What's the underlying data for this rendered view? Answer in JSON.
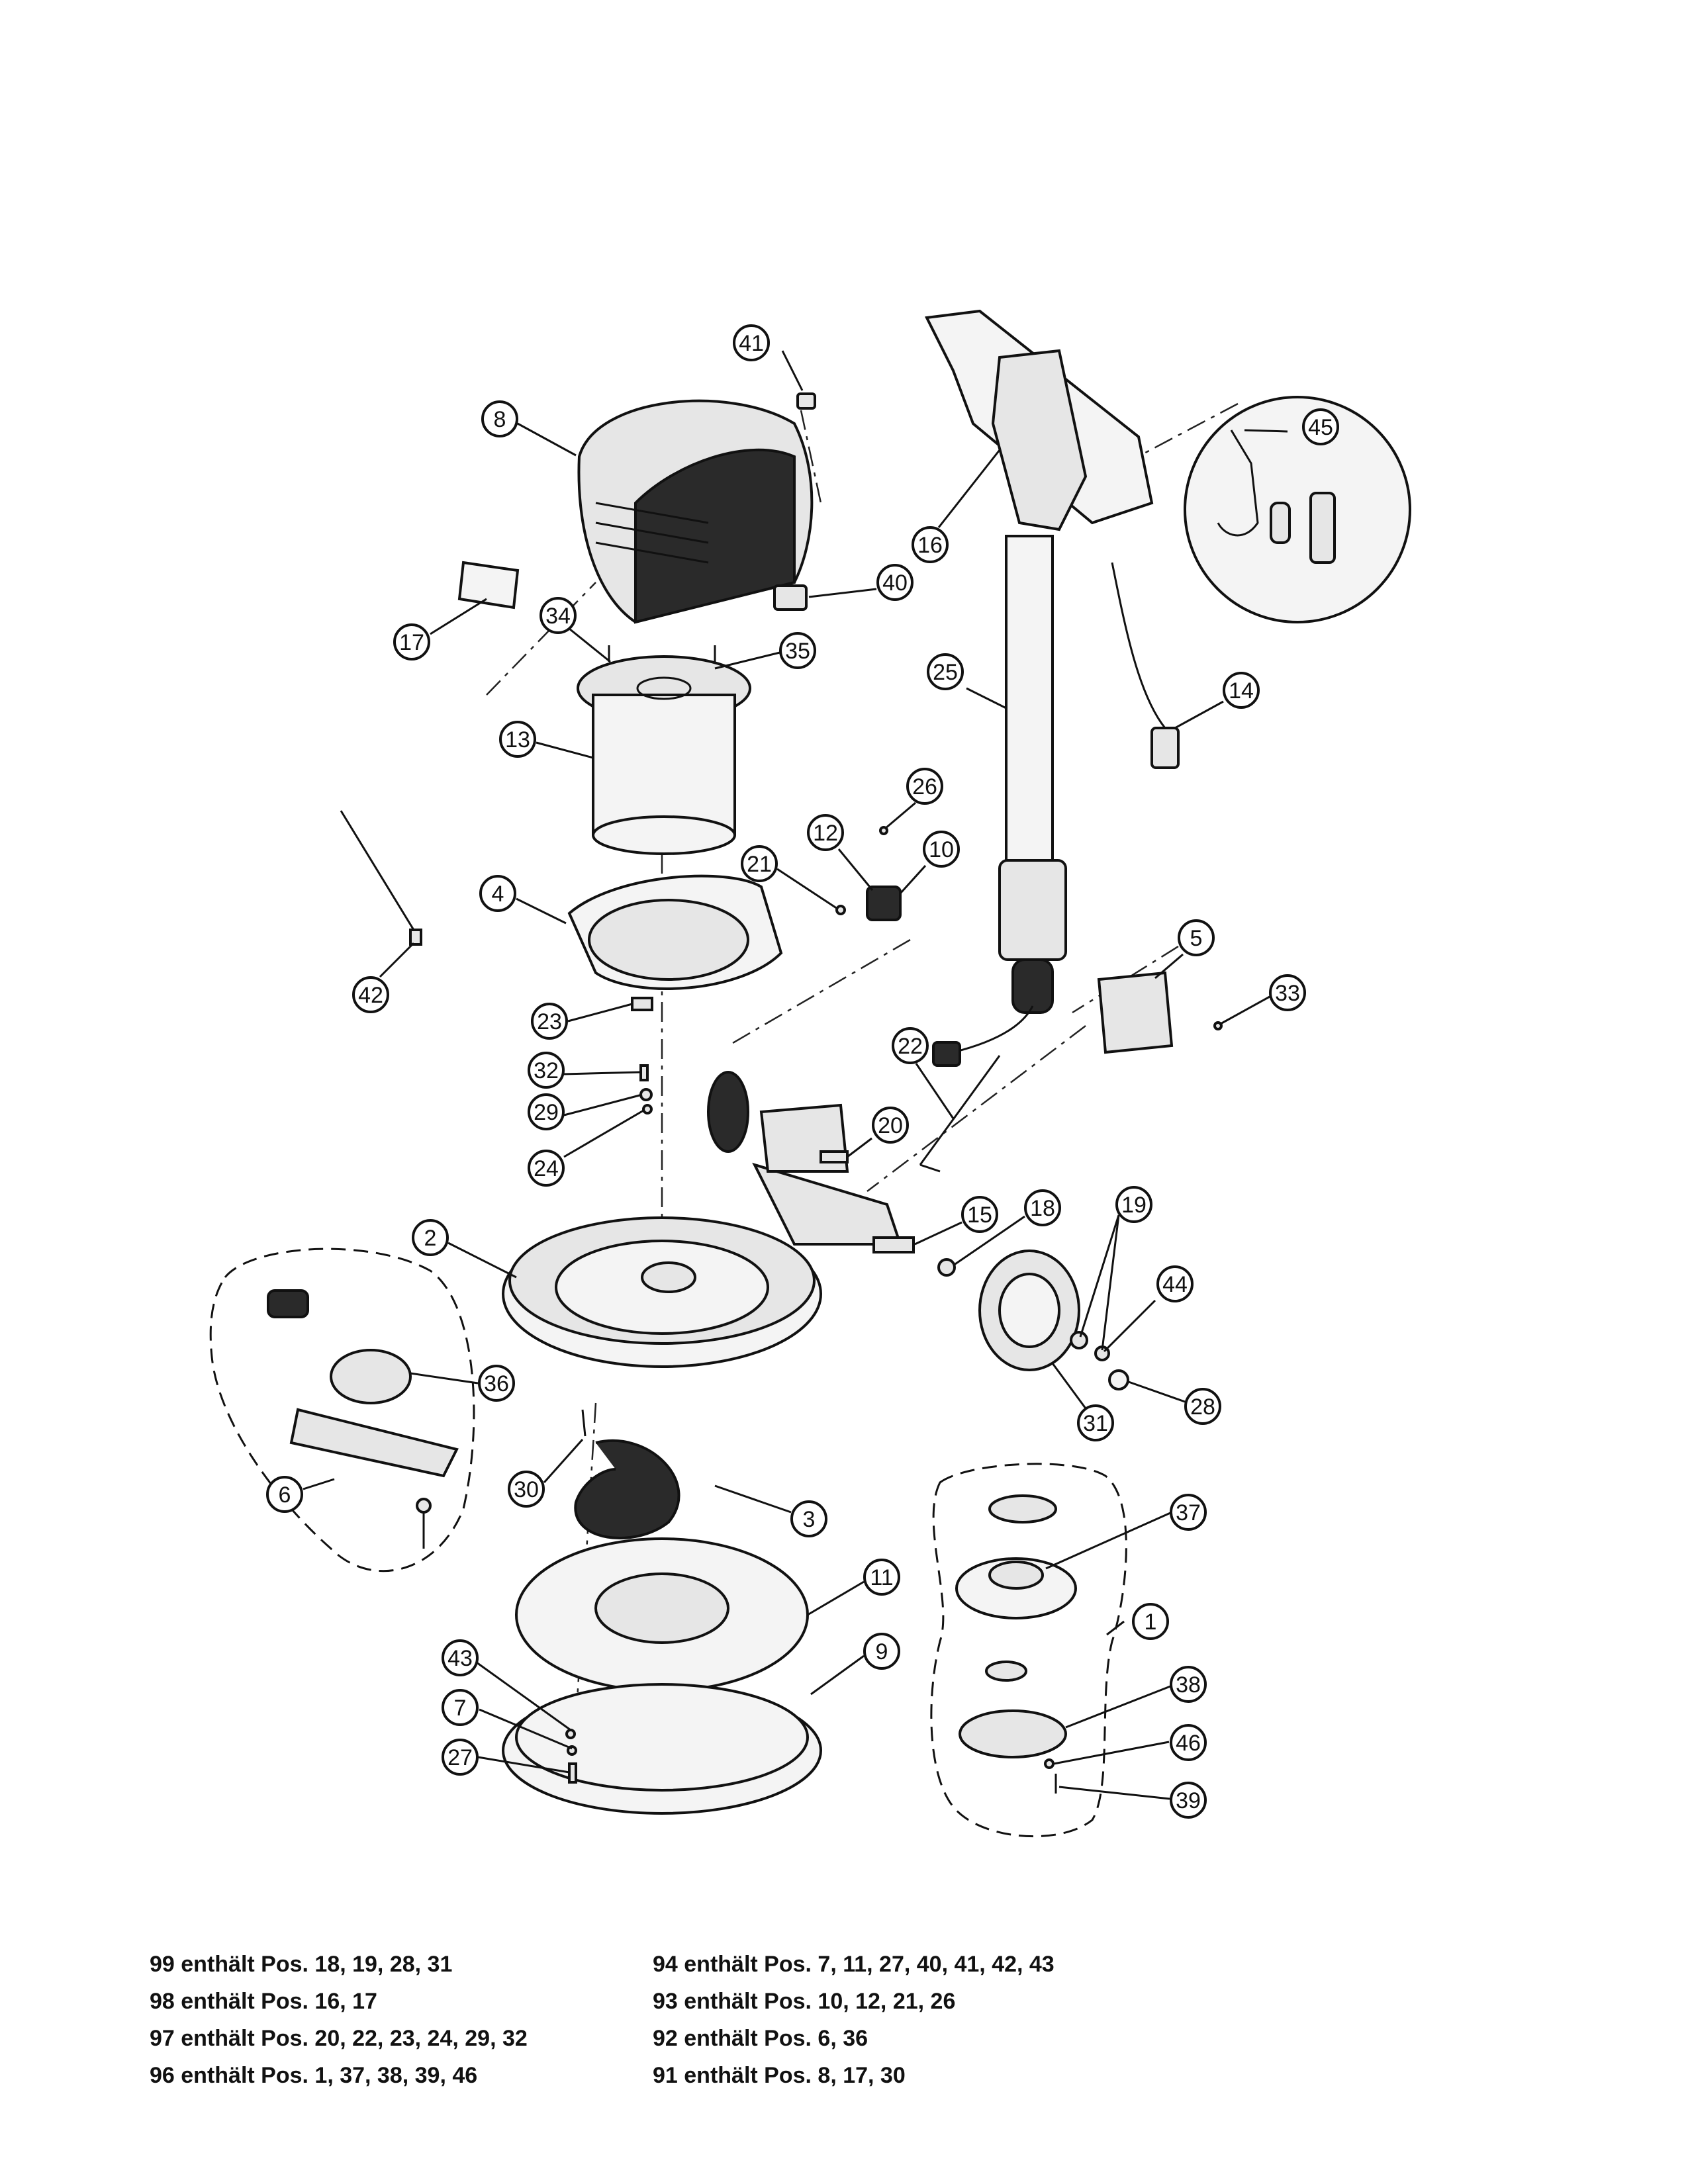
{
  "callouts": [
    {
      "label": "1"
    },
    {
      "label": "2"
    },
    {
      "label": "3"
    },
    {
      "label": "4"
    },
    {
      "label": "5"
    },
    {
      "label": "6"
    },
    {
      "label": "7"
    },
    {
      "label": "8"
    },
    {
      "label": "9"
    },
    {
      "label": "10"
    },
    {
      "label": "11"
    },
    {
      "label": "12"
    },
    {
      "label": "13"
    },
    {
      "label": "14"
    },
    {
      "label": "15"
    },
    {
      "label": "16"
    },
    {
      "label": "17"
    },
    {
      "label": "18"
    },
    {
      "label": "19"
    },
    {
      "label": "20"
    },
    {
      "label": "21"
    },
    {
      "label": "22"
    },
    {
      "label": "23"
    },
    {
      "label": "24"
    },
    {
      "label": "25"
    },
    {
      "label": "26"
    },
    {
      "label": "27"
    },
    {
      "label": "28"
    },
    {
      "label": "29"
    },
    {
      "label": "30"
    },
    {
      "label": "31"
    },
    {
      "label": "32"
    },
    {
      "label": "33"
    },
    {
      "label": "34"
    },
    {
      "label": "35"
    },
    {
      "label": "36"
    },
    {
      "label": "37"
    },
    {
      "label": "38"
    },
    {
      "label": "39"
    },
    {
      "label": "40"
    },
    {
      "label": "41"
    },
    {
      "label": "42"
    },
    {
      "label": "43"
    },
    {
      "label": "44"
    },
    {
      "label": "45"
    },
    {
      "label": "46"
    }
  ],
  "legend": {
    "left": [
      "99 enthält Pos. 18, 19, 28, 31",
      "98 enthält Pos. 16, 17",
      "97 enthält Pos. 20, 22, 23, 24, 29, 32",
      "96 enthält Pos. 1, 37, 38, 39, 46"
    ],
    "right": [
      "94 enthält Pos. 7, 11, 27, 40, 41, 42, 43",
      "93 enthält Pos. 10, 12, 21, 26",
      "92 enthält Pos. 6, 36",
      "91 enthält Pos. 8, 17, 30"
    ]
  }
}
